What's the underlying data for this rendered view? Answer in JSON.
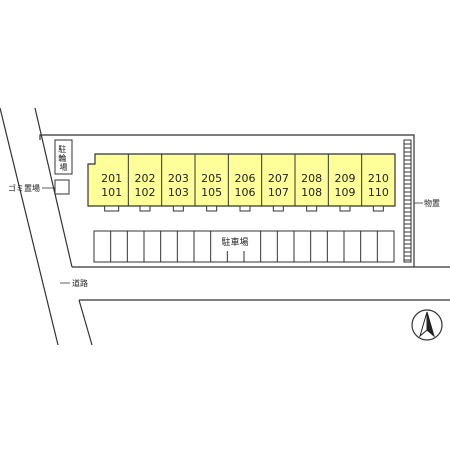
{
  "colors": {
    "unit_fill": "#ffff99",
    "line": "#333333",
    "background": "#ffffff"
  },
  "labels": {
    "bicycle_parking": "駐輪場",
    "garbage": "ゴミ置場",
    "parking": "駐車場",
    "storage": "物置",
    "road": "道路"
  },
  "compass": {
    "icon": "north-arrow-icon"
  },
  "units": [
    {
      "upper": "201",
      "lower": "101"
    },
    {
      "upper": "202",
      "lower": "102"
    },
    {
      "upper": "203",
      "lower": "103"
    },
    {
      "upper": "205",
      "lower": "105"
    },
    {
      "upper": "206",
      "lower": "106"
    },
    {
      "upper": "207",
      "lower": "107"
    },
    {
      "upper": "208",
      "lower": "108"
    },
    {
      "upper": "209",
      "lower": "109"
    },
    {
      "upper": "210",
      "lower": "110"
    }
  ]
}
